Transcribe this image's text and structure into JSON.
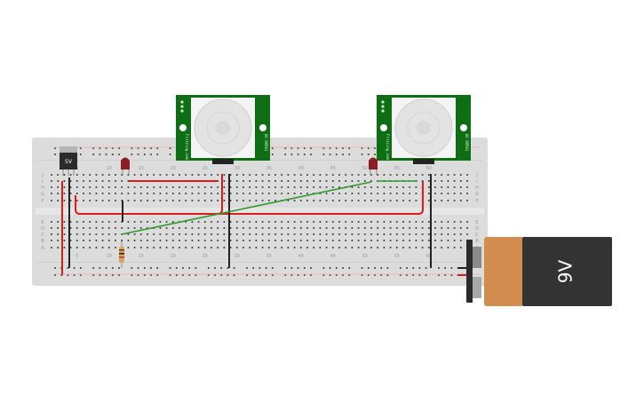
{
  "canvas": {
    "background": "#ffffff"
  },
  "breadboard": {
    "body_color": "#dcdcdc",
    "hole_color": "#3a3a3a",
    "column_numbers": [
      "5",
      "10",
      "15",
      "20",
      "25",
      "30",
      "35",
      "40",
      "45",
      "50",
      "55",
      "60"
    ],
    "row_letters_top": [
      "J",
      "I",
      "H",
      "G",
      "F"
    ],
    "row_letters_bottom": [
      "E",
      "D",
      "C",
      "B",
      "A"
    ]
  },
  "regulator": {
    "label": "5V",
    "color": "#2b2b2b"
  },
  "pir_sensors": [
    {
      "name": "pir-sensor-left",
      "label_side": "Fritzing.com",
      "label_side2": "HC-SR501",
      "board_color": "#0d6e13"
    },
    {
      "name": "pir-sensor-right",
      "label_side": "Fritzing.com",
      "label_side2": "HC-SR501",
      "board_color": "#0d6e13"
    }
  ],
  "leds": [
    {
      "name": "led-left",
      "color": "#8b1e24"
    },
    {
      "name": "led-right",
      "color": "#8b1e24"
    }
  ],
  "resistor": {
    "color": "#d9a55a"
  },
  "battery": {
    "label": "9V",
    "body_color": "#333333",
    "cap_color": "#d38d4f",
    "label_color": "#ffffff"
  },
  "wire_colors": {
    "power": "#e01b1b",
    "ground": "#222222",
    "signal": "#2e9a2e"
  }
}
